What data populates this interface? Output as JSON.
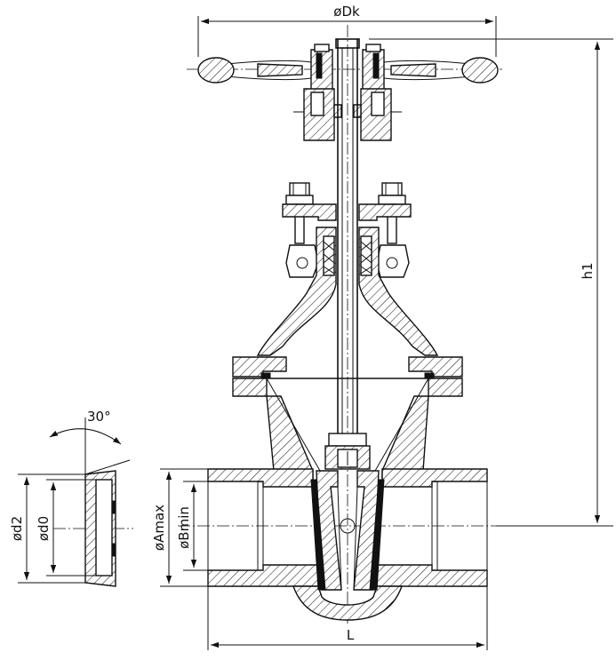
{
  "dimensions": {
    "handwheel_diameter": "øDk",
    "height": "h1",
    "length": "L",
    "bore_max": "øAmax",
    "bore_min": "øBmin",
    "socket_d2": "ød2",
    "socket_d0": "ød0",
    "bevel_angle": "30°"
  }
}
